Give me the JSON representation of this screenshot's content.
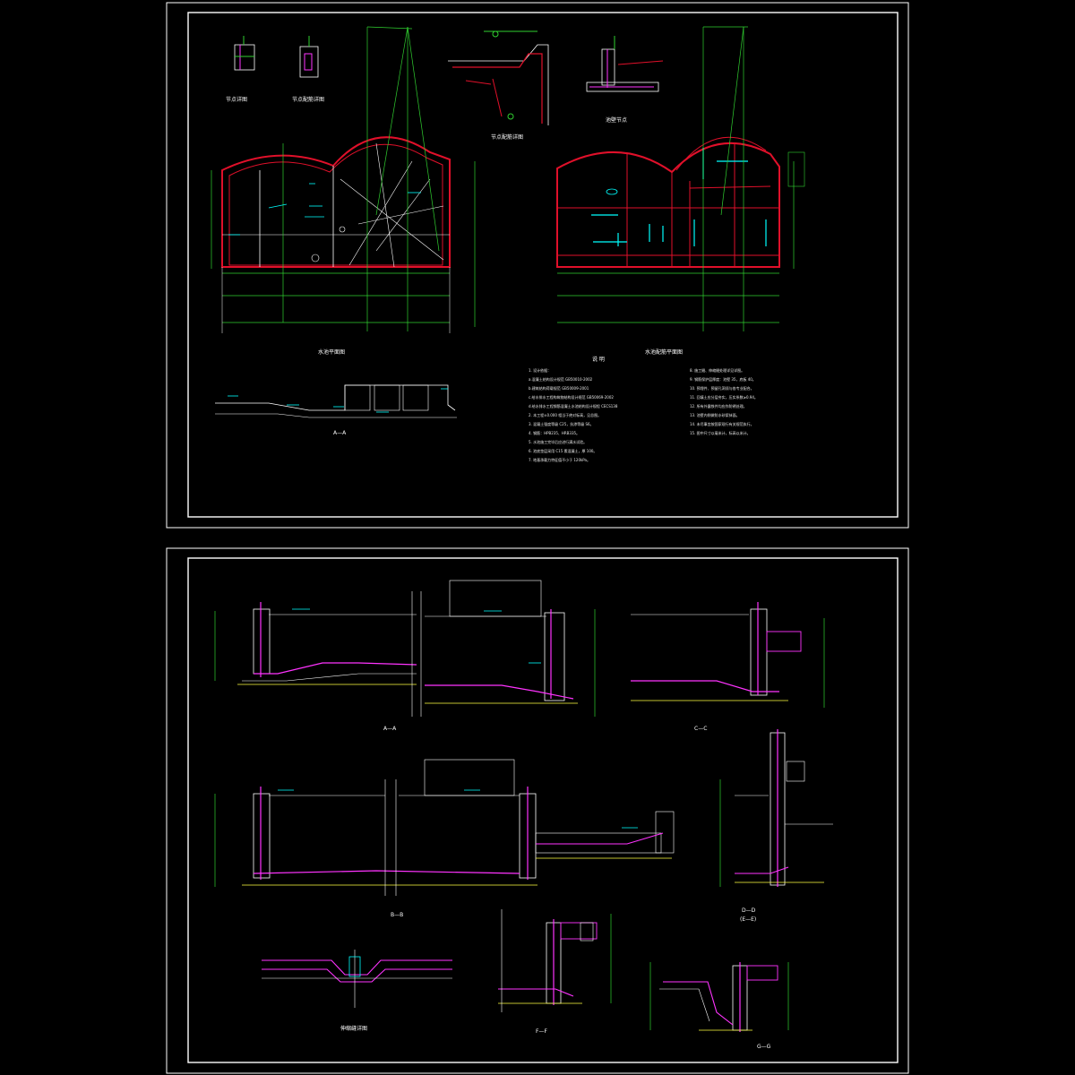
{
  "sheets": {
    "top": {
      "views": {
        "plan_left_title": "水池平面图",
        "plan_right_title": "水池配筋平面图",
        "section_a_title": "A—A",
        "detail1_title": "节点详图",
        "detail2_title": "节点配筋详图",
        "detail3_title": "节点配筋详图",
        "detail4_title": "池壁节点"
      },
      "notes": {
        "heading": "说  明",
        "lines": [
          "1. 设计依据：",
          "  a.混凝土结构设计规范 GB50010-2002",
          "  b.建筑结构荷载规范 GB50009-2001",
          "  c.给水排水工程构筑物结构设计规范 GB50069-2002",
          "  d.给水排水工程钢筋混凝土水池结构设计规程 CECS138",
          "2. 本工程±0.000 相当于绝对标高，见总图。",
          "3. 混凝土强度等级 C25，抗渗等级 S6。",
          "4. 钢筋：HPB235、HRB335。",
          "5. 水池施工完毕后应进行满水试验。",
          "6. 池底垫层采用 C15 素混凝土，厚 100。",
          "7. 地基承载力特征值不小于 120kPa。"
        ],
        "lines2": [
          "8. 施工缝、伸缩缝处理详见详图。",
          "9. 钢筋保护层厚度：池壁 35，底板 40。",
          "10. 预埋件、预留孔洞须与各专业配合。",
          "11. 回填土应分层夯实，压实系数≥0.94。",
          "12. 所有外露铁件均应作防锈处理。",
          "13. 池壁内侧做防水砂浆抹面。",
          "14. 未尽事宜按国家现行有关规范执行。",
          "15. 图中尺寸以毫米计，标高以米计。"
        ]
      }
    },
    "bottom": {
      "views": {
        "aa_title": "A—A",
        "cc_title": "C—C",
        "bb_title": "B—B",
        "dd_title": "D—D",
        "ee_title": "(E—E)",
        "joint_title": "伸缩缝详图",
        "ff_title": "F—F",
        "gg_title": "G—G"
      }
    }
  },
  "colors": {
    "background": "#000000",
    "frame": "#ffffff",
    "wall_red": "#e0102a",
    "dim_green": "#30d030",
    "rebar_magenta": "#ff33ff",
    "text_cyan": "#00ffff",
    "ground_yellow": "#ffff40"
  }
}
